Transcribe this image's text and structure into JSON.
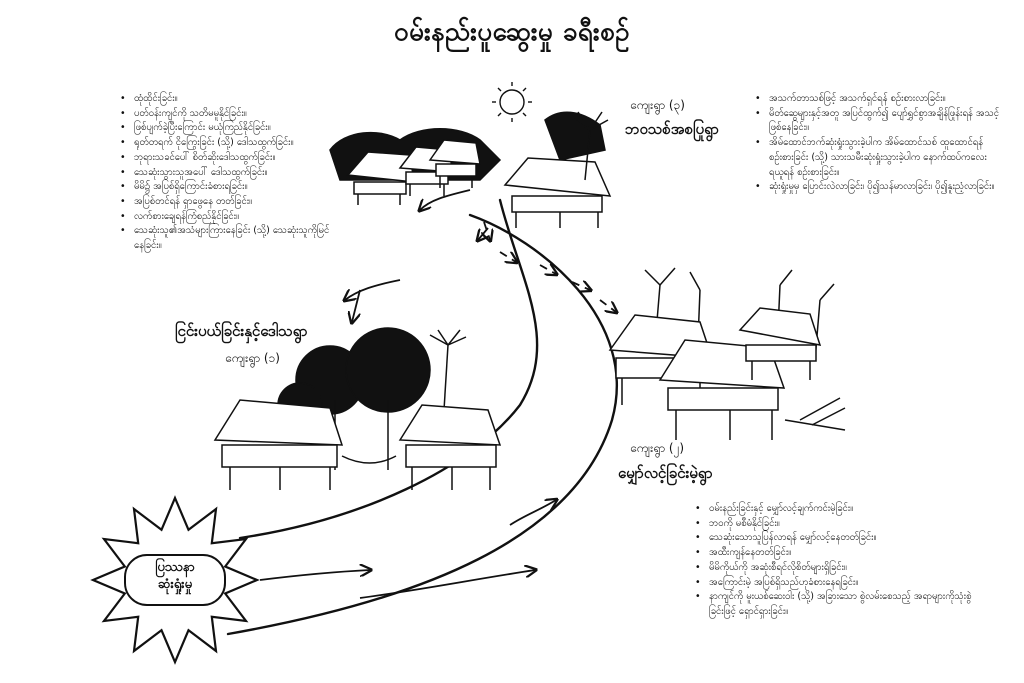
{
  "title": "ဝမ်းနည်းပူဆွေးမှု ခရီးစဉ်",
  "start": {
    "label_line1": "ပြဿနာ",
    "label_line2": "ဆုံးရှုံးမှု"
  },
  "village1": {
    "heading": "ငြင်းပယ်ခြင်းနှင့်ဒေါသရွာ",
    "sub": "ကျေးရွာ (၁)",
    "items": [
      "ထုံထိုင်းခြင်း။",
      "ပတ်ဝန်းကျင်ကို သတိမမူနိုင်ခြင်း။",
      "ဖြစ်ပျက်ခဲ့ပြီးကြောင်း မယုံကြည်နိုင်ခြင်း။",
      "ရုတ်တရက် ငိုကြွေးခြင်း (သို့) ဒေါသထွက်ခြင်း။",
      "ဘုရားသခင်ပေါ် စိတ်ဆိုးဒေါသထွက်ခြင်း။",
      "သေဆုံးသွားသူအပေါ် ဒေါသထွက်ခြင်း။",
      "မိမိ၌ အပြစ်ရှိကြောင်းခံစားရခြင်း။",
      "အပြစ်တင်ရန် ရှာဖွေနေ တတ်ခြင်း။",
      "လက်စားချေရန်ကြံစည်နိုင်ခြင်း။",
      "သေဆုံးသူ၏အသံများကြားနေခြင်း (သို့) သေဆုံးသူကိုမြင်နေခြင်း။"
    ]
  },
  "village2": {
    "heading": "မျှော်လင့်ခြင်းမဲ့ရွာ",
    "sub": "ကျေးရွာ (၂)",
    "items": [
      "ဝမ်းနည်းခြင်းနှင့် မျှော်လင့်ချက်ကင်းမဲ့ခြင်း။",
      "ဘဝကို မစီမံနိုင်ခြင်း။",
      "သေဆုံးသောသူပြန်လာရန် မျှော်လင့်နေတတ်ခြင်း။",
      "အထီးကျန်နေတတ်ခြင်း။",
      "မိမိကိုယ်ကို အဆုံးစီရင်လိုစိတ်များရှိခြင်း။",
      "အကြောင်းမဲ့ အပြစ်ရှိသည်ဟုခံစားနေရခြင်း။",
      "နာကျင်ကို မူးယစ်ဆေးဝါး (သို့) အခြားသော စွဲလမ်းစေသည့် အရာများကိုသုံးစွဲခြင်းဖြင့် ရှောင်ရှားခြင်း။"
    ]
  },
  "village3": {
    "heading": "ဘဝသစ်အစပြုရွာ",
    "sub": "ကျေးရွာ (၃)",
    "items": [
      "အသက်တာသစ်ဖြင့် အသက်ရှင်ရန် စဉ်းစားလာခြင်း။",
      "မိတ်ဆွေများနှင့်အတူ အပြင်ထွက်၍ ပျော်ရွှင်စွာအချိန်ဖြုန်းရန် အသင့်ဖြစ်နေခြင်း။",
      "အိမ်ထောင်ဘက်ဆုံးရှုံးသွားခဲ့ပါက အိမ်ထောင်သစ် ထူထောင်ရန်စဉ်းစားခြင်း (သို့) သားသမီးဆုံးရှုံးသွားခဲ့ပါက နောက်ထပ်ကလေးရယူရန် စဉ်းစားခြင်း။",
      "ဆုံးရှုံးမှုမှ ပြောင်းလဲလာခြင်း၊ ပို၍သန်မာလာခြင်း၊ ပို၍နူးညံ့လာခြင်း။"
    ]
  }
}
